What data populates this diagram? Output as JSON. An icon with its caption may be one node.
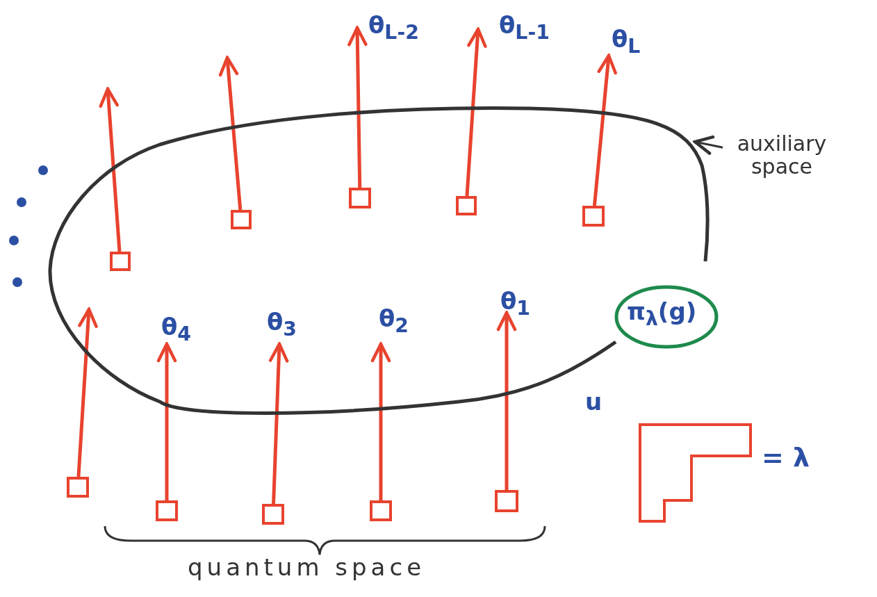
{
  "diagram": {
    "nodes": [
      {
        "text": [],
        "shape": "oval"
      },
      {
        "text": [
          "auxiliary space"
        ]
      },
      {
        "text": [
          "π$_{λ}$(g)"
        ]
      },
      {
        "text": [],
        "shape": "box",
        "in": 0
      },
      {
        "text": [],
        "shape": "box",
        "in": 0
      },
      {
        "text": [],
        "shape": "box",
        "in": 0
      },
      {
        "text": [],
        "shape": "box",
        "in": 0
      },
      {
        "text": [],
        "shape": "box",
        "in": 0
      },
      {
        "text": [],
        "shape": "box"
      },
      {
        "text": [],
        "shape": "box"
      },
      {
        "text": [],
        "shape": "box"
      },
      {
        "text": [],
        "shape": "box"
      },
      {
        "text": [],
        "shape": "box"
      },
      {
        "text": [],
        "shape": "picture",
        "beside": [
          "= λ"
        ]
      }
    ],
    "edges": [
      {
        "from": 1,
        "to": 0,
        "arrow": "to",
        "color": "#333333"
      },
      {
        "from": 3,
        "to": null,
        "arrow": "to"
      },
      {
        "from": 4,
        "to": null,
        "arrow": "to"
      },
      {
        "from": 5,
        "to": null,
        "arrow": "to",
        "label": "θ$_{L-2}$"
      },
      {
        "from": 6,
        "to": null,
        "arrow": "to",
        "label": "θ$_{L-1}$"
      },
      {
        "from": 7,
        "to": null,
        "arrow": "to",
        "label": "θ$_{L}$"
      },
      {
        "from": 8,
        "to": null,
        "arrow": "to"
      },
      {
        "from": 9,
        "to": null,
        "arrow": "to",
        "label": "θ$_{4}$"
      },
      {
        "from": 10,
        "to": null,
        "arrow": "to",
        "label": "θ$_{3}$"
      },
      {
        "from": 11,
        "to": null,
        "arrow": "to",
        "label": "θ$_{2}$"
      },
      {
        "from": 12,
        "to": null,
        "arrow": "to",
        "label": "θ$_{1}$"
      }
    ],
    "labels": [
      "u",
      "quantum space"
    ]
  }
}
